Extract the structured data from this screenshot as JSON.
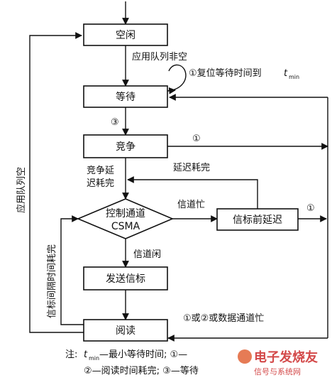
{
  "nodes": {
    "idle": "空闲",
    "wait": "等待",
    "contend": "竞争",
    "csma_line1": "控制通道",
    "csma_line2": "CSMA",
    "beacon_delay": "信标前延迟",
    "send_beacon": "发送信标",
    "read": "阅读"
  },
  "labels": {
    "queue_nonempty": "应用队列非空",
    "reset_timer": "①复位等待时间到",
    "t_symbol": "t",
    "t_subscript": "min",
    "circle3": "③",
    "circle1_top": "①",
    "circle1_right": "①",
    "delay_expired": "延迟耗完",
    "contend_delay_line1": "竞争延",
    "contend_delay_line2": "迟耗完",
    "channel_busy": "信道忙",
    "channel_idle": "信道闲",
    "queue_empty": "应用队列空",
    "beacon_interval_expired": "信标间隔时间耗完",
    "busy_condition": "①或②或数据通道忙"
  },
  "note": {
    "prefix": "注:",
    "t_symbol": "t",
    "t_subscript": "min",
    "line1_rest": "—最小等待时间; ①—",
    "line2": "②—阅读时间耗完; ③—等待"
  },
  "watermark": {
    "text1": "电子发烧友",
    "text2": "信号与系统网"
  }
}
